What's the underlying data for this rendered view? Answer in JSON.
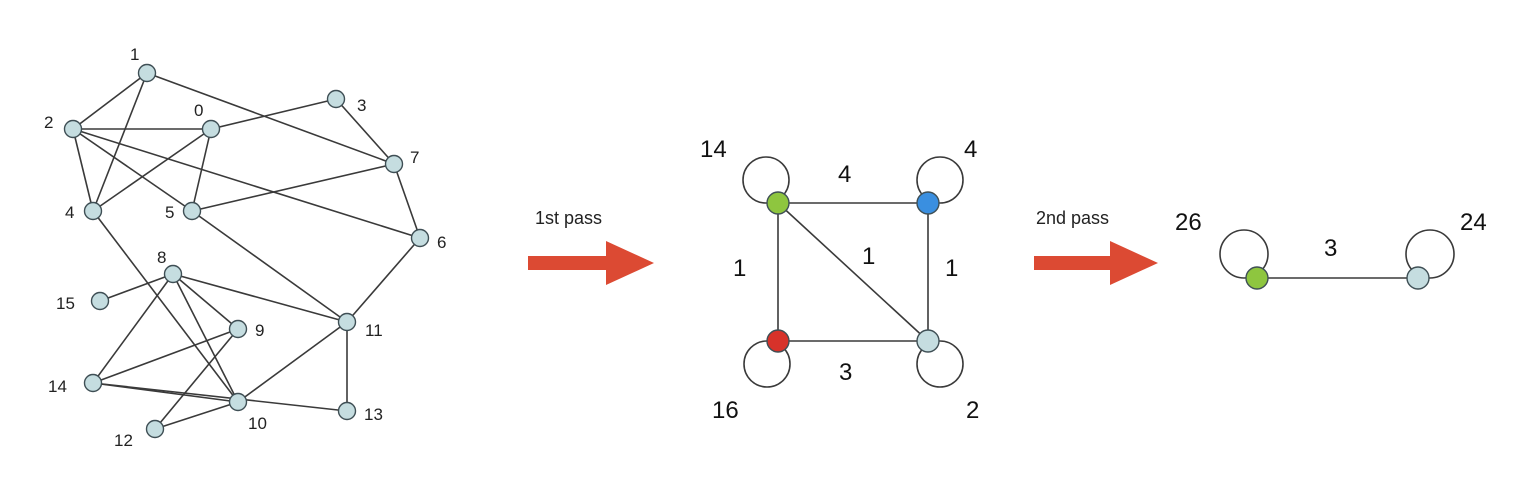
{
  "colors": {
    "node_default": "#c5dde0",
    "node_green": "#8ec63f",
    "node_blue": "#3a8fe0",
    "node_red": "#d7322a",
    "arrow": "#dc4a33",
    "edge": "#3a3a3a"
  },
  "original_graph": {
    "node_labels": [
      "0",
      "1",
      "2",
      "3",
      "4",
      "5",
      "6",
      "7",
      "8",
      "9",
      "10",
      "11",
      "12",
      "13",
      "14",
      "15"
    ]
  },
  "pass1": {
    "label": "1st pass"
  },
  "pass2": {
    "label": "2nd pass"
  },
  "graph1": {
    "nodes": [
      {
        "label": "14",
        "color": "green"
      },
      {
        "label": "4",
        "color": "blue"
      },
      {
        "label": "16",
        "color": "red"
      },
      {
        "label": "2",
        "color": "default"
      }
    ],
    "edge_weights": {
      "top": "4",
      "left": "1",
      "diagonal": "1",
      "right": "1",
      "bottom": "3"
    }
  },
  "graph2": {
    "nodes": [
      {
        "label": "26",
        "color": "green"
      },
      {
        "label": "24",
        "color": "default"
      }
    ],
    "edge_weight": "3"
  }
}
